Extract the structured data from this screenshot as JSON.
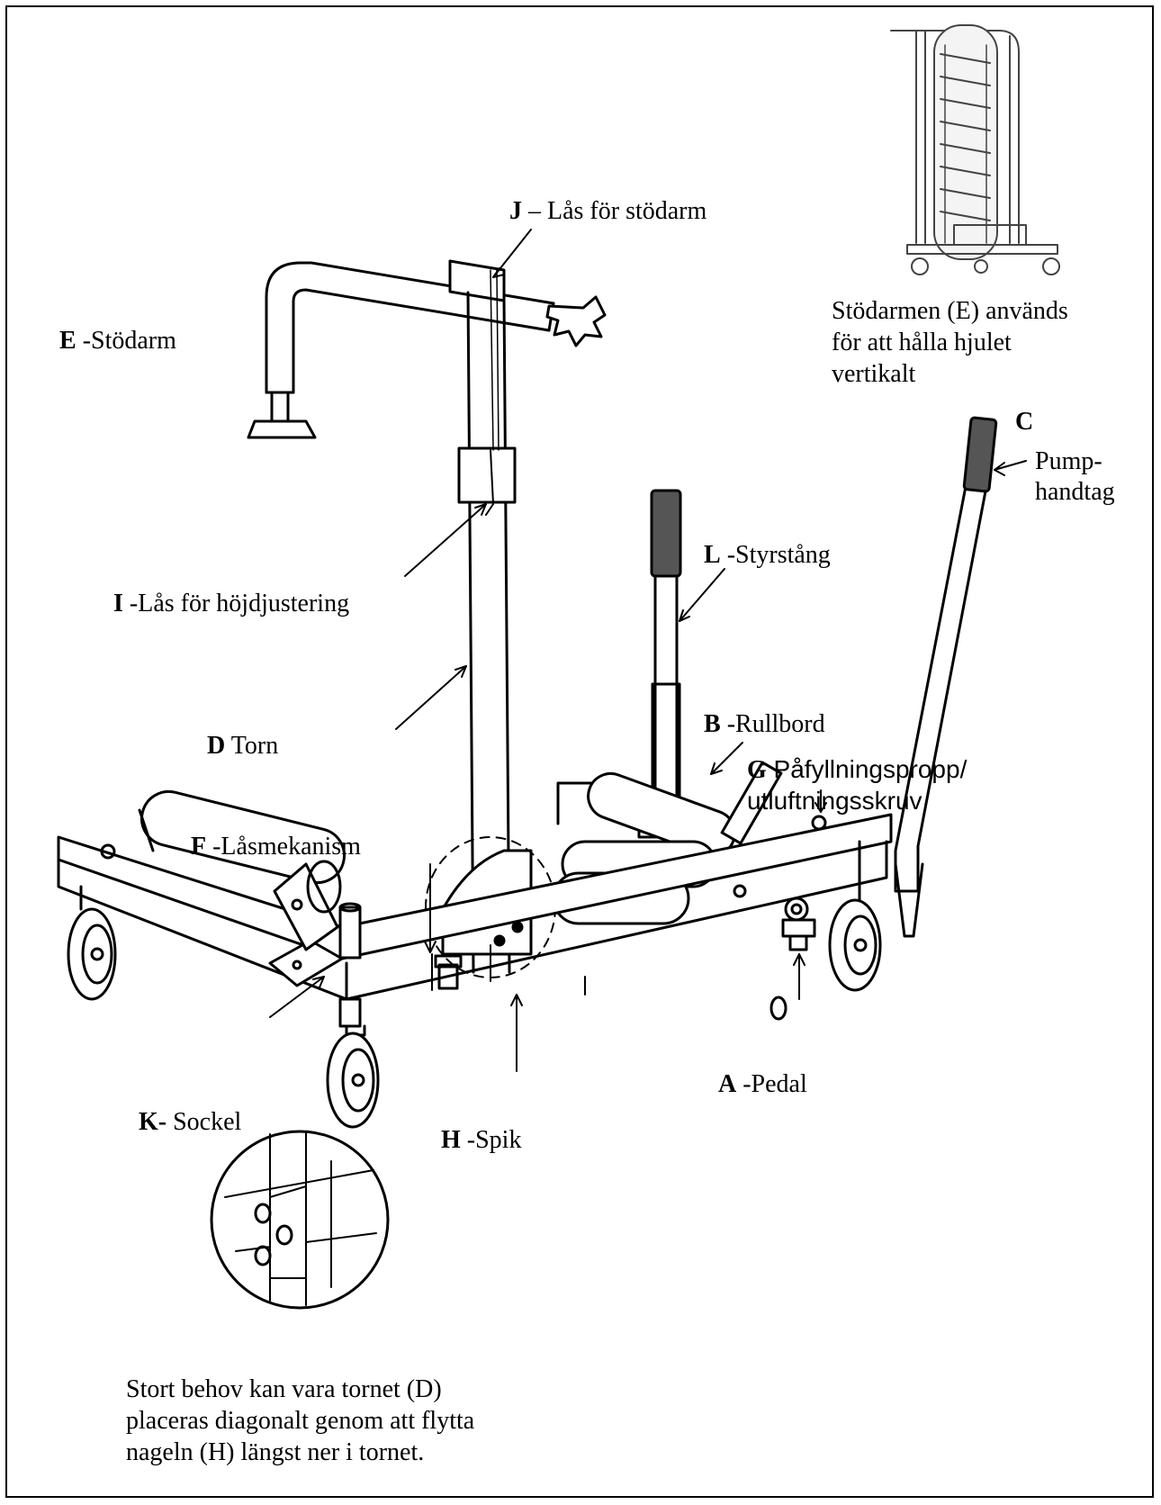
{
  "labels": {
    "j": {
      "letter": "J",
      "text": " – Lås för stödarm"
    },
    "e": {
      "letter": "E",
      "text": " -Stödarm"
    },
    "c": {
      "letter": "C"
    },
    "pump": {
      "line1": "Pump-",
      "line2": "handtag"
    },
    "l": {
      "letter": "L",
      "text": " -Styrstång"
    },
    "i": {
      "letter": "I",
      "text": " -Lås för höjdjustering"
    },
    "d": {
      "letter": "D",
      "text": " Torn"
    },
    "b": {
      "letter": "B",
      "text": " -Rullbord"
    },
    "g": {
      "letter": "G",
      "line1": " Påfyllningspropp/",
      "line2": "utluftningsskruv"
    },
    "f": {
      "letter": "F",
      "text": " -Låsmekanism"
    },
    "k": {
      "letter": "K-",
      "text": " Sockel"
    },
    "h": {
      "letter": "H",
      "text": " -Spik"
    },
    "a": {
      "letter": "A",
      "text": " -Pedal"
    }
  },
  "inset_caption": {
    "line1": "Stödarmen (E) används",
    "line2": "för att hålla hjulet",
    "line3": "vertikalt"
  },
  "bottom_note": {
    "line1": "Stort behov kan vara tornet (D)",
    "line2": "placeras diagonalt genom att flytta",
    "line3": "nageln (H) längst ner i tornet."
  }
}
